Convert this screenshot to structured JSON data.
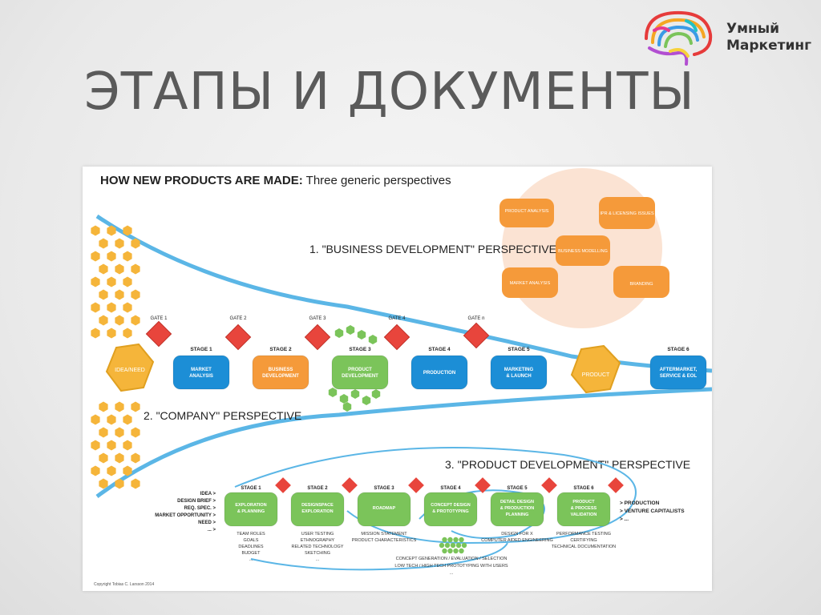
{
  "slide": {
    "title": "ЭТАПЫ И ДОКУМЕНТЫ"
  },
  "logo": {
    "line1": "Умный",
    "line2": "Маркетинг"
  },
  "diagram": {
    "heading_bold": "HOW NEW PRODUCTS ARE MADE:",
    "heading_rest": " Three generic perspectives",
    "perspective1": "1. \"BUSINESS DEVELOPMENT\" PERSPECTIVE",
    "perspective2": "2. \"COMPANY\" PERSPECTIVE",
    "perspective3": "3. \"PRODUCT DEVELOPMENT\" PERSPECTIVE",
    "bizdev_boxes": [
      "PRODUCT ANALYSIS",
      "IPR & LICENSING ISSUES",
      "BUSINESS MODELLING",
      "MARKET ANALYSIS",
      "BRANDING"
    ],
    "gates": [
      "GATE 1",
      "GATE 2",
      "GATE 3",
      "GATE 4",
      "GATE n"
    ],
    "idea_label": "IDEA/NEED",
    "product_label": "PRODUCT",
    "company_stages": [
      {
        "stage": "STAGE 1",
        "label1": "MARKET",
        "label2": "ANALYSIS"
      },
      {
        "stage": "STAGE 2",
        "label1": "BUSINESS",
        "label2": "DEVELOPMENT"
      },
      {
        "stage": "STAGE 3",
        "label1": "PRODUCT",
        "label2": "DEVELOPMENT"
      },
      {
        "stage": "STAGE 4",
        "label1": "PRODUCTION",
        "label2": ""
      },
      {
        "stage": "STAGE 5",
        "label1": "MARKETING",
        "label2": "& LAUNCH"
      },
      {
        "stage": "STAGE 6",
        "label1": "AFTERMARKET,",
        "label2": "SERVICE & EOL"
      }
    ],
    "pd_inputs": [
      "IDEA >",
      "DESIGN BRIEF >",
      "REQ. SPEC. >",
      "MARKET OPPORTUNITY >",
      "NEED >",
      "... >"
    ],
    "pd_stages": [
      {
        "stage": "STAGE 1",
        "label1": "EXPLORATION",
        "label2": "& PLANNING",
        "notes": [
          "TEAM ROLES",
          "GOALS",
          "DEADLINES",
          "BUDGET",
          "..."
        ]
      },
      {
        "stage": "STAGE 2",
        "label1": "DESIGNSPACE",
        "label2": "EXPLORATION",
        "notes": [
          "USER TESTING",
          "ETHNOGRAPHY",
          "RELATED TECHNOLOGY",
          "SKETCHING",
          "..."
        ]
      },
      {
        "stage": "STAGE 3",
        "label1": "ROADMAP",
        "label2": "",
        "notes": [
          "MISSION STATEMENT",
          "PRODUCT CHARACTERISTICS"
        ]
      },
      {
        "stage": "STAGE 4",
        "label1": "CONCEPT DESIGN",
        "label2": "& PROTOTYPING",
        "notes": []
      },
      {
        "stage": "STAGE 5",
        "label1": "DETAIL DESIGN",
        "label2": "& PRODUCTION",
        "label3": "PLANNING",
        "notes": [
          "DESIGN FOR X",
          "COMPUTER AIDED ENGINEERING"
        ]
      },
      {
        "stage": "STAGE 6",
        "label1": "PRODUCT",
        "label2": "& PROCESS",
        "label3": "VALIDATION",
        "notes": [
          "PERFORMANCE TESTING",
          "CERTIFYING",
          "TECHNICAL DOCUMENTATION"
        ]
      }
    ],
    "pd_outputs": [
      "> PRODUCTION",
      "> VENTURE CAPITALISTS",
      "> ..."
    ],
    "concept_notes": [
      "CONCEPT GENERATION / EVALUATION / SELECTION",
      "LOW TECH / HIGH TECH PROTOTYPING WITH USERS",
      "..."
    ],
    "copyright": "Copyright Tobias C. Larsson 2014",
    "colors": {
      "orange": "#f59a3a",
      "blue": "#1c8ed6",
      "green": "#7bc45a",
      "red": "#e8453c",
      "hex": "#f5b53a",
      "funnel": "#5bb6e6",
      "peach": "#fbe3d3"
    }
  }
}
